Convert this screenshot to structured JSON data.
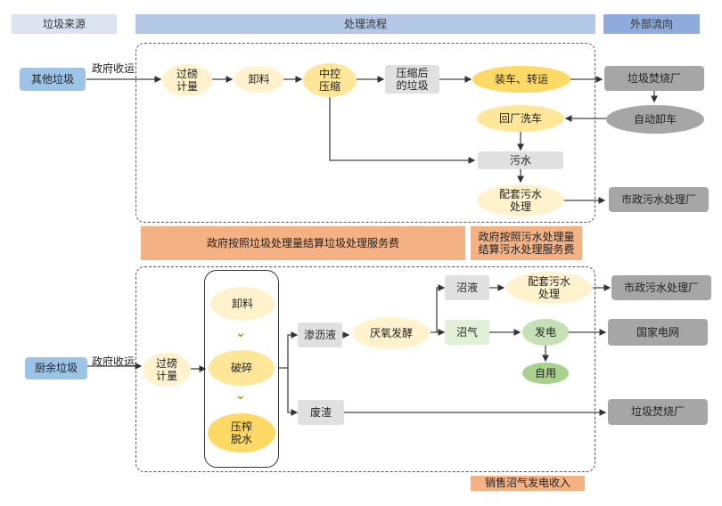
{
  "headers": {
    "source": "垃圾来源",
    "process": "处理流程",
    "external": "外部流向"
  },
  "top": {
    "source": "其他垃圾",
    "collect_label": "政府收运",
    "weigh": "过磅\n计量",
    "unload": "卸料",
    "compress": "中控\n压缩",
    "compressed": "压缩后\n的垃圾",
    "load": "装车、转运",
    "wash": "回厂洗车",
    "sewage": "污水",
    "sewage_treat": "配套污水\n处理",
    "incinerator": "垃圾焚烧厂",
    "auto_unload": "自动卸车",
    "municipal": "市政污水处理厂"
  },
  "fees": {
    "garbage_fee": "政府按照垃圾处理量结算垃圾处理服务费",
    "sewage_fee": "政府按照污水处理量\n结算污水处理服务费",
    "biogas_income": "销售沼气发电收入"
  },
  "bottom": {
    "source": "厨余垃圾",
    "collect_label": "政府收运",
    "weigh": "过磅\n计量",
    "unload": "卸料",
    "crush": "破碎",
    "press": "压榨\n脱水",
    "leachate": "渗沥液",
    "anaerobic": "厌氧发酵",
    "biogas_liquid": "沼液",
    "sewage_treat": "配套污水\n处理",
    "biogas": "沼气",
    "power": "发电",
    "self_use": "自用",
    "residue": "废渣",
    "municipal": "市政污水处理厂",
    "grid": "国家电网",
    "incinerator": "垃圾焚烧厂"
  }
}
